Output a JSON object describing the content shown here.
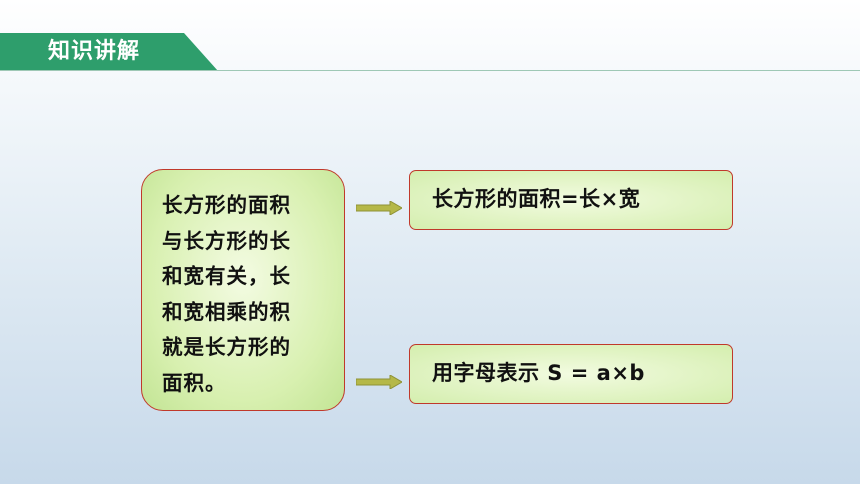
{
  "header": {
    "title": "知识讲解"
  },
  "concept": {
    "lines": [
      "长方形的面积",
      "与长方形的长",
      "和宽有关，长",
      "和宽相乘的积",
      "就是长方形的",
      "面积。"
    ]
  },
  "formulas": [
    {
      "text": "长方形的面积=长×宽"
    },
    {
      "text": "用字母表示 S = a×b"
    }
  ],
  "colors": {
    "header_green": "#2e9e6c",
    "box_border": "#c0392b",
    "box_fill": "#d8f0b0",
    "arrow_fill": "#b5b848"
  }
}
